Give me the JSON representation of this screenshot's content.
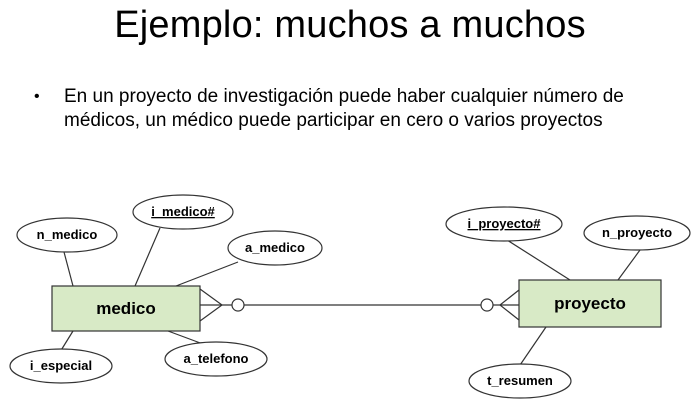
{
  "title": "Ejemplo: muchos a muchos",
  "bullet": "En un proyecto de investigación puede haber cualquier número de  médicos, un médico puede participar en cero o varios proyectos",
  "colors": {
    "entity_fill": "#d8eac6",
    "stroke": "#333333",
    "background": "#ffffff"
  },
  "entities": {
    "medico": {
      "label": "medico"
    },
    "proyecto": {
      "label": "proyecto"
    }
  },
  "attributes": {
    "n_medico": "n_medico",
    "i_medico": "i_medico#",
    "a_medico": "a_medico",
    "i_especial": "i_especial",
    "a_telefono": "a_telefono",
    "i_proyecto": "i_proyecto#",
    "n_proyecto": "n_proyecto",
    "t_resumen": "t_resumen"
  }
}
